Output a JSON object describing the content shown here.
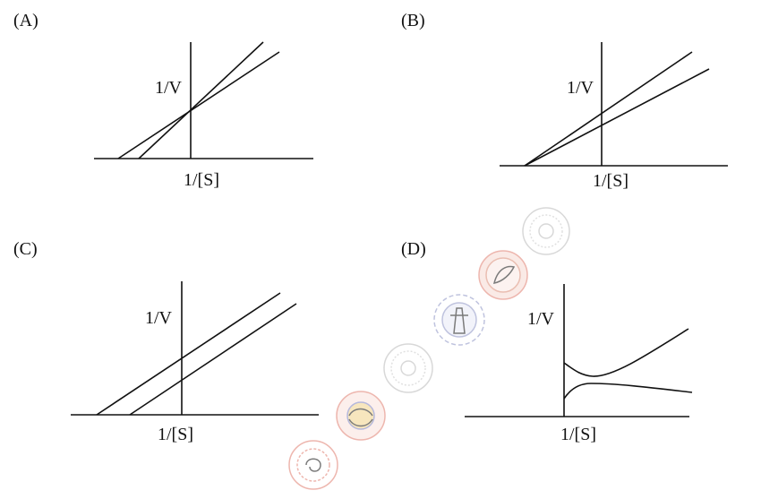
{
  "figure": {
    "panels": [
      {
        "id": "A",
        "label": "(A)",
        "y_label": "1/V",
        "x_label": "1/[S]"
      },
      {
        "id": "B",
        "label": "(B)",
        "y_label": "1/V",
        "x_label": "1/[S]"
      },
      {
        "id": "C",
        "label": "(C)",
        "y_label": "1/V",
        "x_label": "1/[S]"
      },
      {
        "id": "D",
        "label": "(D)",
        "y_label": "1/V",
        "x_label": "1/[S]"
      }
    ]
  },
  "colors": {
    "line": "#111111",
    "watermark_red": "#e07b6c",
    "watermark_blue": "#8c93c4",
    "watermark_gray": "#b9b9b9"
  },
  "icons": [
    "institute-seal-icon",
    "leaf-emblem-icon",
    "gear-tower-icon",
    "institute-seal-icon",
    "swirl-emblem-icon",
    "red-seal-icon"
  ]
}
